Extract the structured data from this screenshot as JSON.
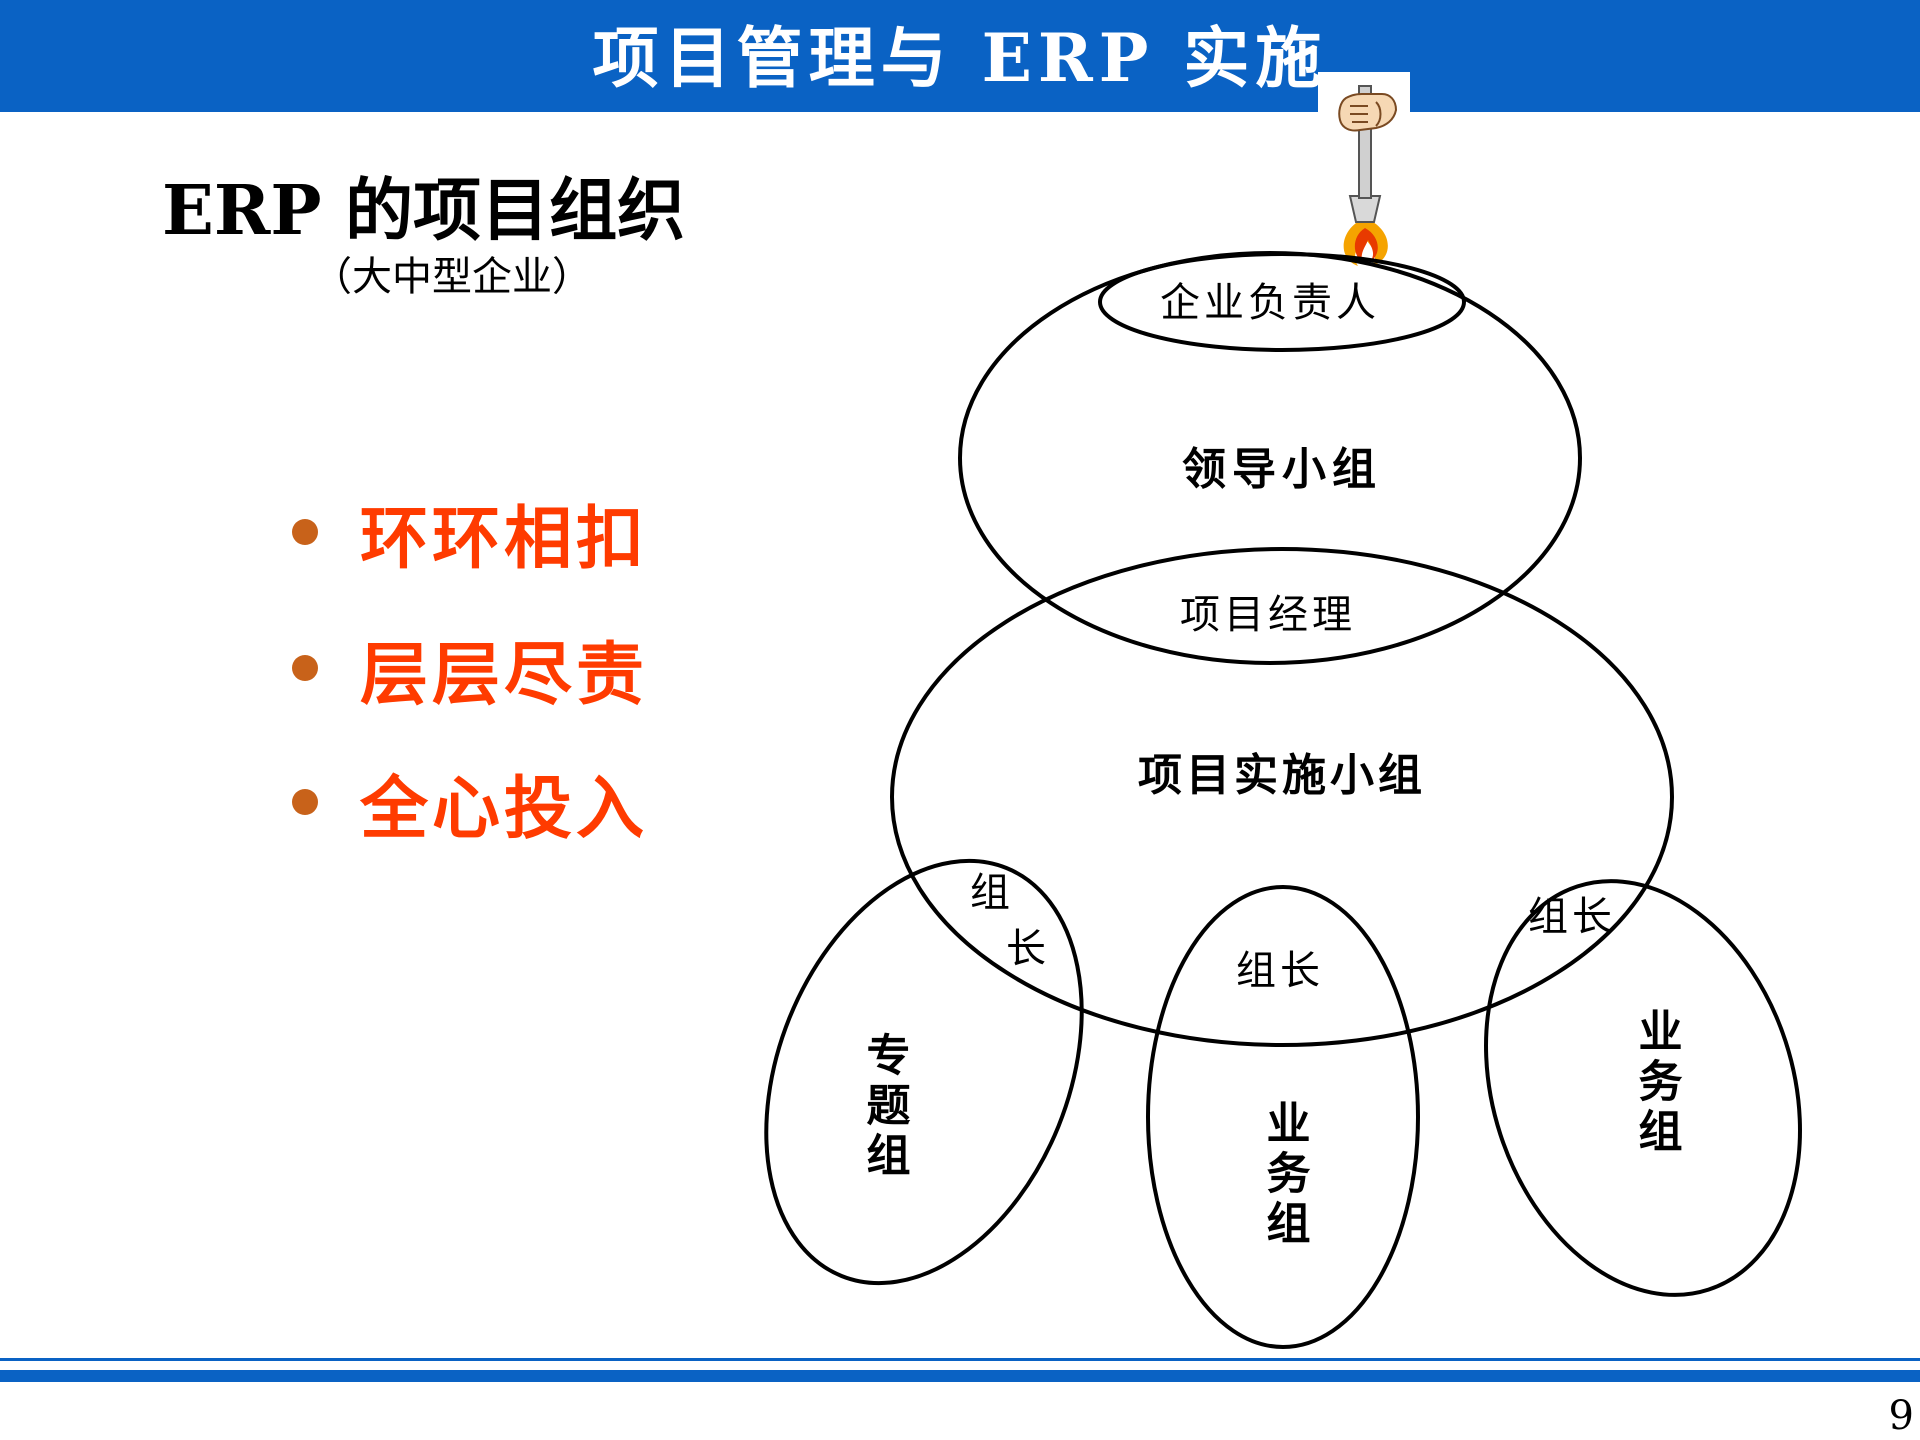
{
  "header": {
    "title": "项目管理与 ERP 实施",
    "bar_color": "#0a62c4",
    "torch_icon": "torch-in-hand-icon"
  },
  "slide": {
    "heading": "ERP 的项目组织",
    "subheading": "（大中型企业）",
    "page_number": "9"
  },
  "bullets": {
    "items": [
      {
        "text": "环环相扣"
      },
      {
        "text": "层层尽责"
      },
      {
        "text": "全心投入"
      }
    ],
    "text_color": "#ff3b00",
    "dot_color": "#c8621a"
  },
  "diagram": {
    "top_leader": "企业负责人",
    "leadership_group": "领导小组",
    "project_manager": "项目经理",
    "implementation_group": "项目实施小组",
    "left_group": {
      "leader": "组长",
      "name": "专题组"
    },
    "middle_group": {
      "leader": "组长",
      "name": "业务组"
    },
    "right_group": {
      "leader": "组长",
      "name": "业务组"
    }
  }
}
